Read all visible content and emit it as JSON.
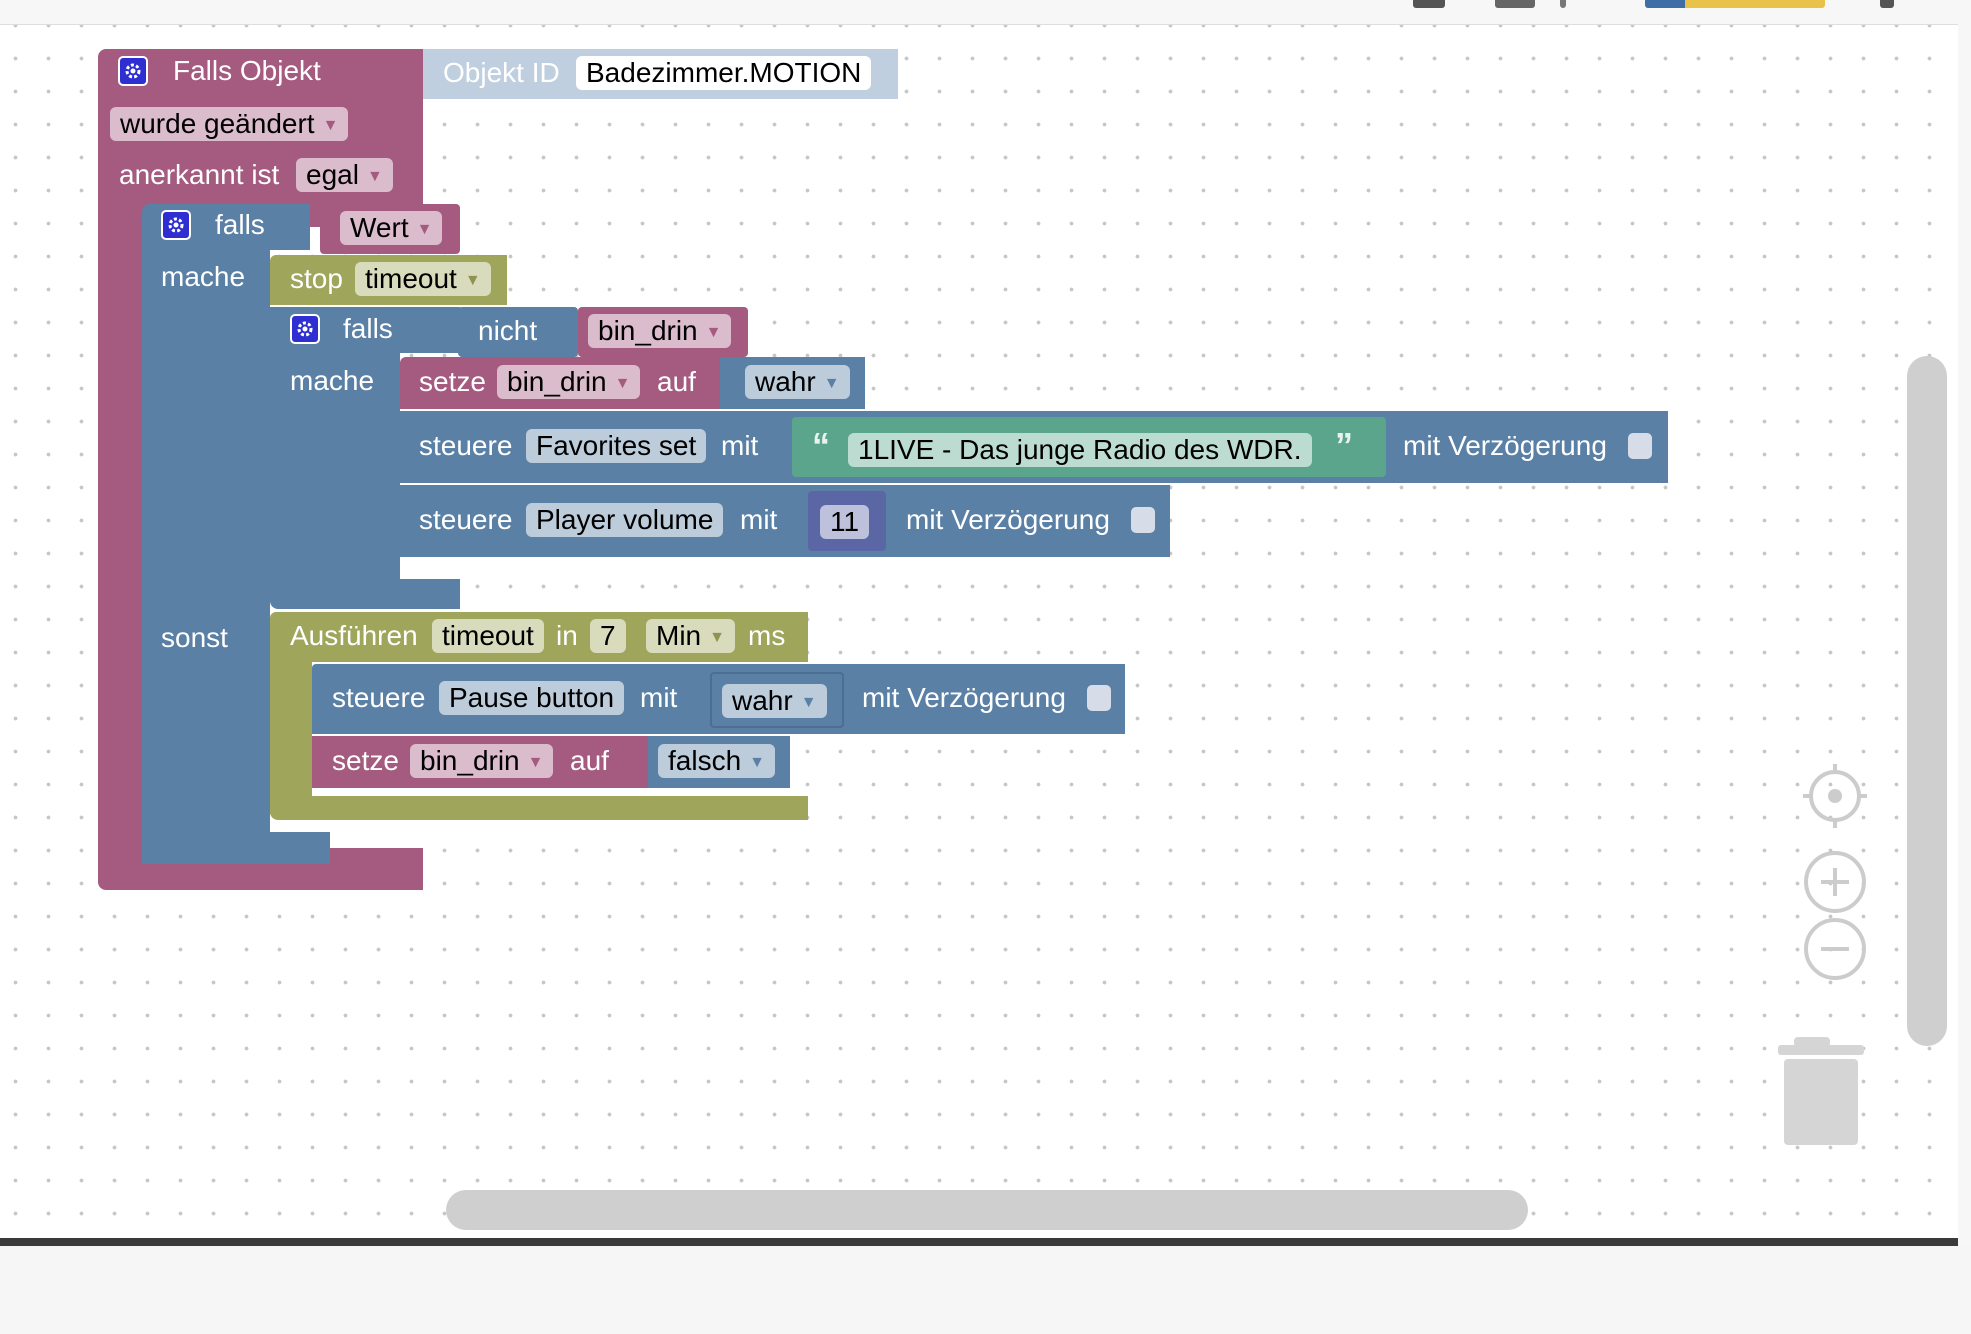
{
  "trigger": {
    "title": "Falls Objekt",
    "object_id_label": "Objekt ID",
    "object_id_value": "Badezimmer.MOTION",
    "change_value": "wurde geändert",
    "ack_label": "anerkannt ist",
    "ack_value": "egal"
  },
  "if_outer": {
    "falls": "falls",
    "condition": "Wert",
    "mache": "mache",
    "sonst": "sonst"
  },
  "stop_timeout": {
    "label": "stop",
    "value": "timeout"
  },
  "if_inner": {
    "falls": "falls",
    "nicht": "nicht",
    "condition": "bin_drin",
    "mache": "mache"
  },
  "set_true": {
    "setze": "setze",
    "var": "bin_drin",
    "auf": "auf",
    "value": "wahr"
  },
  "control_favorites": {
    "steuere": "steuere",
    "target": "Favorites set",
    "mit": "mit",
    "text": "1LIVE - Das junge Radio des WDR.",
    "delay_label": "mit Verzögerung"
  },
  "control_volume": {
    "steuere": "steuere",
    "target": "Player volume",
    "mit": "mit",
    "value": "11",
    "delay_label": "mit Verzögerung"
  },
  "run_timeout": {
    "label": "Ausführen",
    "name": "timeout",
    "in": "in",
    "amount": "7",
    "unit": "Min",
    "ms": "ms"
  },
  "control_pause": {
    "steuere": "steuere",
    "target": "Pause button",
    "mit": "mit",
    "value": "wahr",
    "delay_label": "mit Verzögerung"
  },
  "set_false": {
    "setze": "setze",
    "var": "bin_drin",
    "auf": "auf",
    "value": "falsch"
  },
  "icons": {
    "gear": "gear-icon",
    "dropdown": "chevron-down-icon",
    "recenter": "recenter-icon",
    "zoom_in": "zoom-in-icon",
    "zoom_out": "zoom-out-icon",
    "trash": "trash-icon"
  },
  "colors": {
    "event": "#a55b80",
    "logic": "#5b80a5",
    "timer": "#9fa55b",
    "text": "#5ba58c",
    "number": "#5b67a5"
  }
}
